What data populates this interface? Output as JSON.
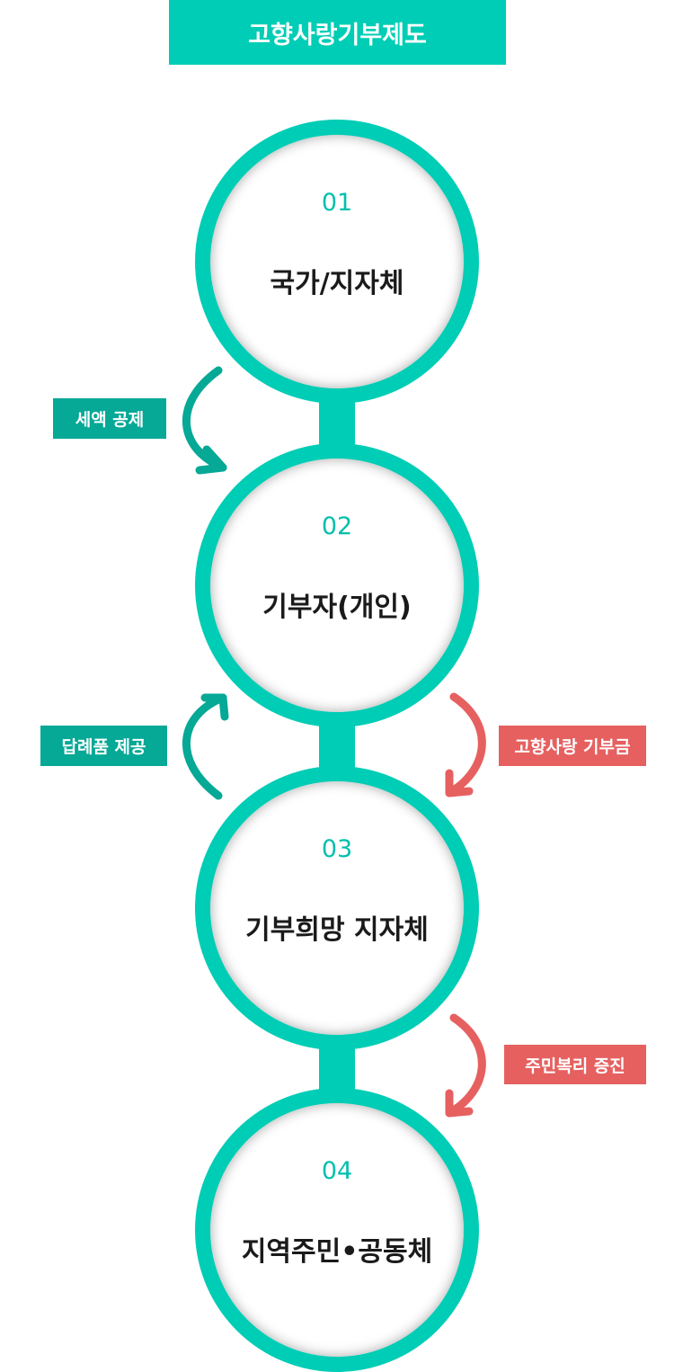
{
  "title": "고향사랑기부제도",
  "steps": [
    {
      "num": "01",
      "label": "국가/지자체"
    },
    {
      "num": "02",
      "label": "기부자(개인)"
    },
    {
      "num": "03",
      "label": "기부희망 지자체"
    },
    {
      "num": "04",
      "label": "지역주민•공동체"
    }
  ],
  "tags": {
    "tax_deduction": "세액 공제",
    "gift_provision": "답례품 제공",
    "hometown_donation": "고향사랑 기부금",
    "welfare_promotion": "주민복리 증진"
  },
  "colors": {
    "primary": "#00cdb5",
    "teal_dark": "#06a896",
    "red": "#e66060"
  }
}
